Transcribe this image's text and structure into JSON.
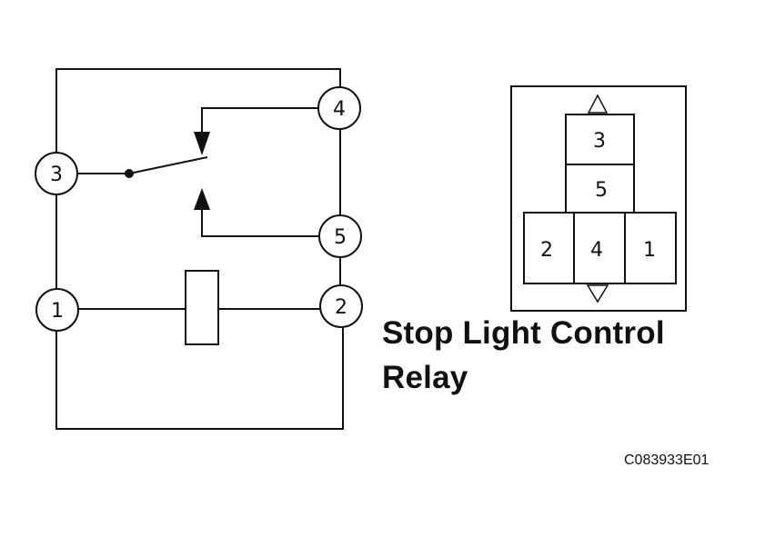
{
  "title": {
    "line1": "Stop Light Control",
    "line2": "Relay"
  },
  "figure_code": "C083933E01",
  "schematic": {
    "terminals": [
      "3",
      "4",
      "5",
      "1",
      "2"
    ]
  },
  "connector": {
    "top_cells": [
      "3",
      "5"
    ],
    "bottom_cells": [
      "2",
      "4",
      "1"
    ]
  }
}
